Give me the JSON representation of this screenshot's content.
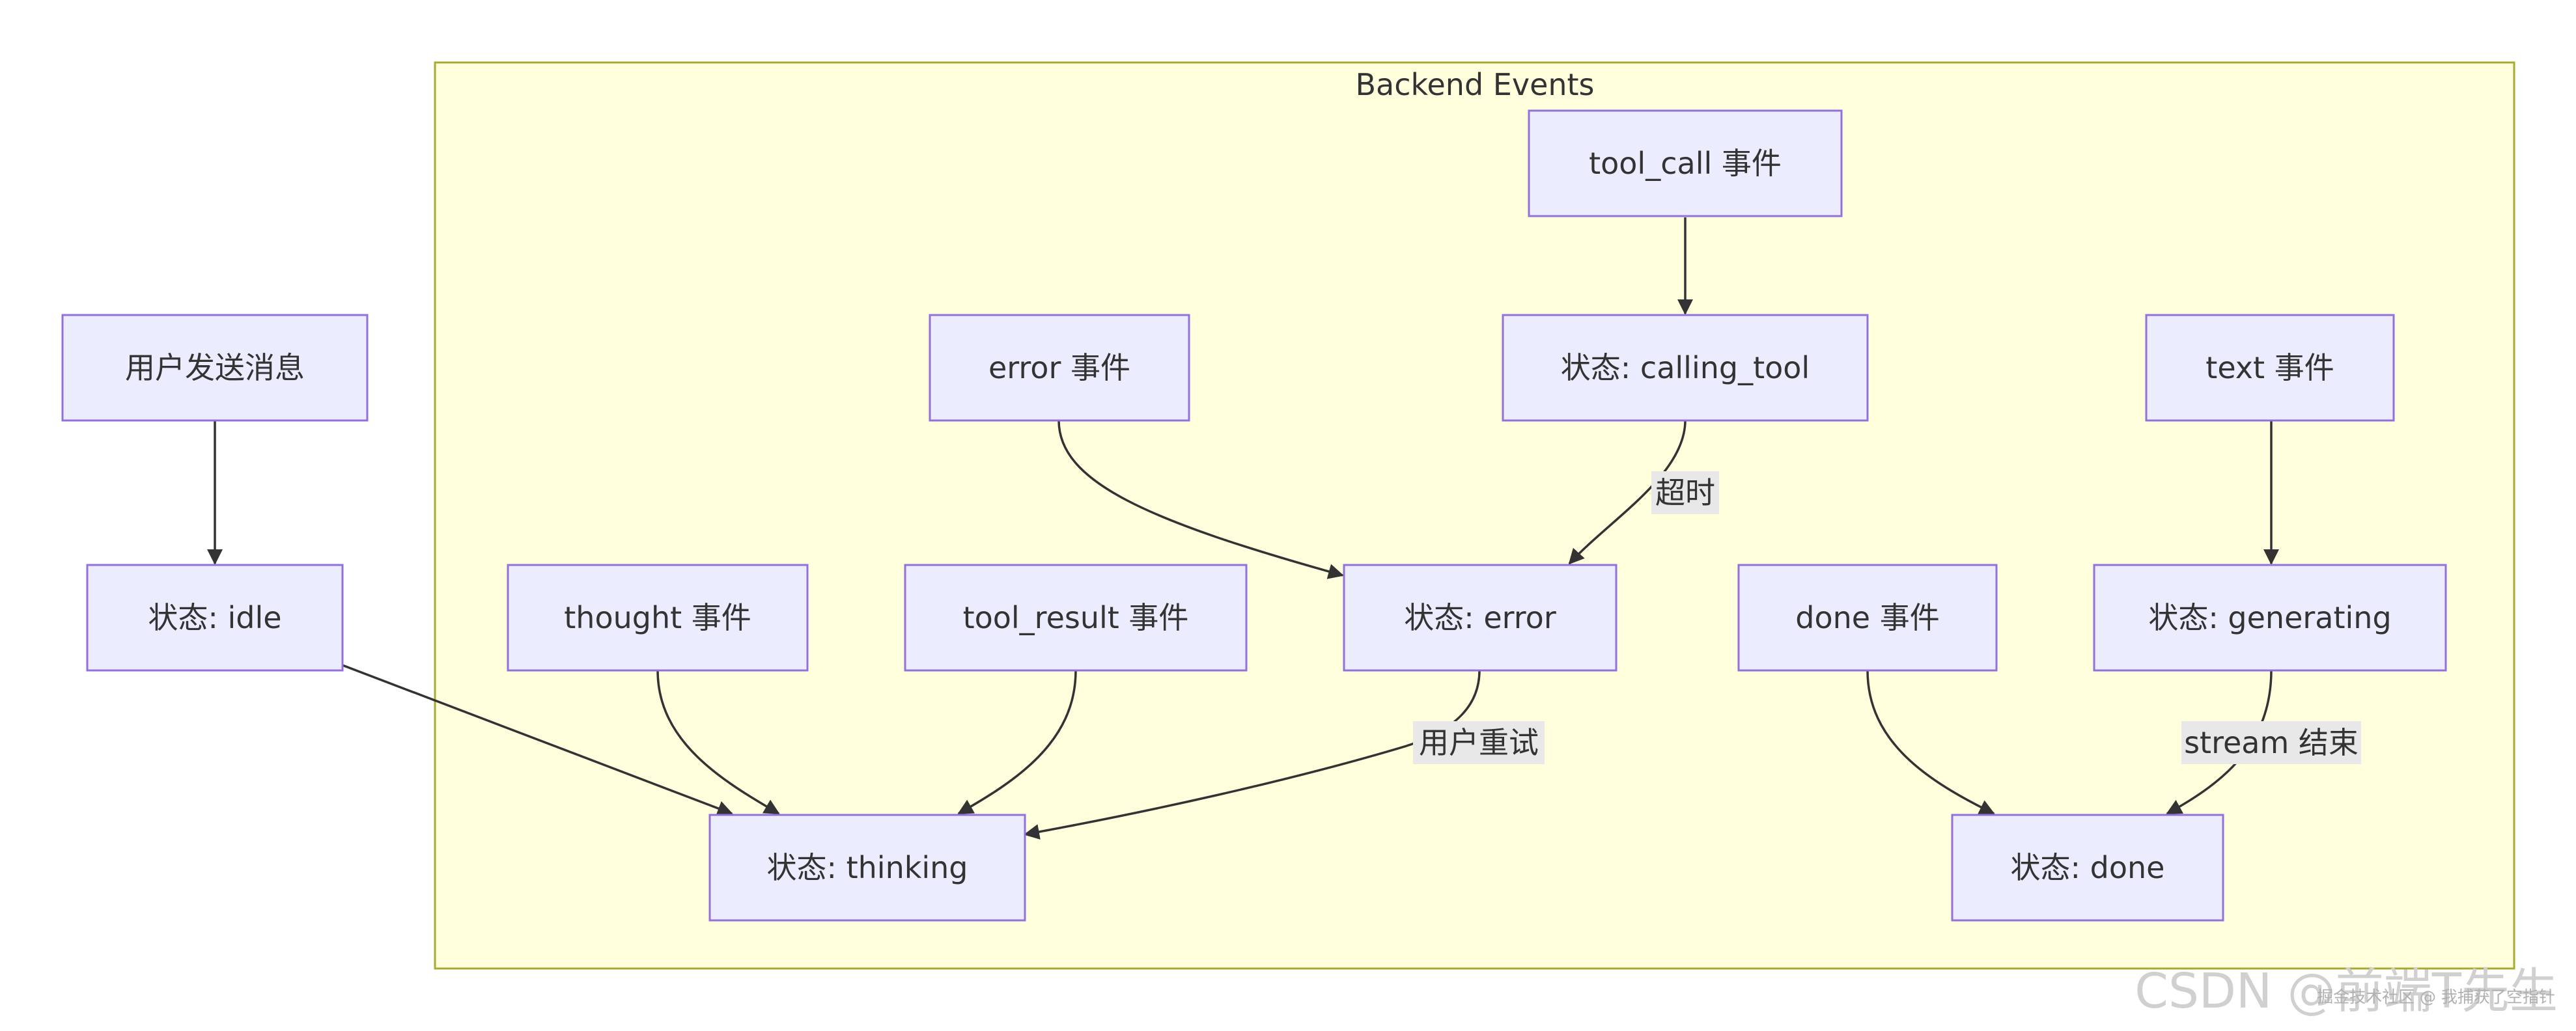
{
  "cluster": {
    "title": "Backend Events"
  },
  "nodes": {
    "user_send": "用户发送消息",
    "state_idle": "状态: idle",
    "error_event": "error 事件",
    "tool_call_event": "tool_call 事件",
    "state_calling_tool": "状态: calling_tool",
    "text_event": "text 事件",
    "thought_event": "thought 事件",
    "tool_result_event": "tool_result 事件",
    "state_error": "状态: error",
    "done_event": "done 事件",
    "state_generating": "状态: generating",
    "state_thinking": "状态: thinking",
    "state_done": "状态: done"
  },
  "edge_labels": {
    "timeout": "超时",
    "user_retry": "用户重试",
    "stream_end": "stream 结束"
  },
  "watermark": {
    "main": "CSDN @前端T先生",
    "sub": "掘金技术社区 @ 我捕获了空指针"
  },
  "colors": {
    "node_fill": "#ececff",
    "node_stroke": "#9370db",
    "cluster_fill": "#ffffde",
    "cluster_stroke": "#aaaa33",
    "edge": "#333333",
    "label_bg": "#e8e8e8"
  }
}
